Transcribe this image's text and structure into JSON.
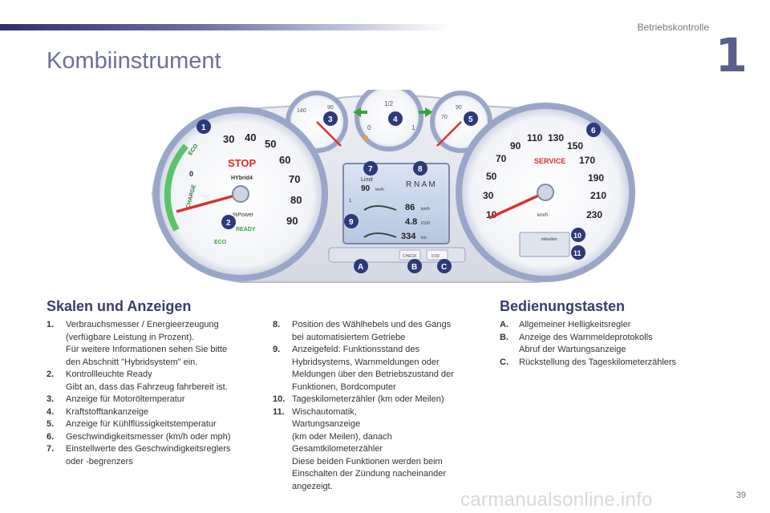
{
  "header": {
    "section": "Betriebskontrolle",
    "chapter": "1",
    "title": "Kombiinstrument"
  },
  "dashboard": {
    "left_ticks": [
      "30",
      "40",
      "50",
      "60",
      "70",
      "80",
      "90"
    ],
    "left_brand": "HYbrid4",
    "left_stop": "STOP",
    "left_power": "%Power",
    "left_charge": "CHARGE",
    "left_eco_arc": "ECO",
    "left_zero": "0",
    "left_ready": "READY",
    "left_eco": "ECO",
    "right_ticks": [
      "10",
      "30",
      "50",
      "70",
      "90",
      "110",
      "130",
      "150",
      "170",
      "190",
      "210",
      "230"
    ],
    "right_unit": "km/h",
    "right_service": "SERVICE",
    "right_odo_top": "miles/km",
    "gauge_oil": [
      "140",
      "90"
    ],
    "gauge_fuel": [
      "1/2",
      "0",
      "1"
    ],
    "gauge_coolant": [
      "90",
      "70"
    ],
    "display": {
      "limit": "Limit",
      "limit_value": "90",
      "limit_unit": "km/h",
      "gear": "R N A M",
      "row1_value": "86",
      "row1_unit": "km/h",
      "row2_value": "4.8",
      "row2_unit": "l/100",
      "row3_value": "334",
      "row3_unit": "km",
      "index": "1"
    },
    "buttons": [
      "CHECK",
      "0.00"
    ],
    "callouts": [
      "1",
      "2",
      "3",
      "4",
      "5",
      "6",
      "7",
      "8",
      "9",
      "10",
      "11"
    ],
    "letter_callouts": [
      "A",
      "B",
      "C"
    ]
  },
  "skalen": {
    "title": "Skalen und Anzeigen",
    "col1": [
      {
        "num": "1.",
        "text": "Verbrauchsmesser / Energieerzeugung\n(verfügbare Leistung in Prozent).\nFür weitere Informationen sehen Sie bitte\nden Abschnitt \"Hybridsystem\" ein."
      },
      {
        "num": "2.",
        "text": "Kontrollleuchte Ready\nGibt an, dass das Fahrzeug fahrbereit ist."
      },
      {
        "num": "3.",
        "text": "Anzeige für Motoröltemperatur"
      },
      {
        "num": "4.",
        "text": "Kraftstofftankanzeige"
      },
      {
        "num": "5.",
        "text": "Anzeige für Kühlflüssigkeitstemperatur"
      },
      {
        "num": "6.",
        "text": "Geschwindigkeitsmesser (km/h oder mph)"
      },
      {
        "num": "7.",
        "text": "Einstellwerte des Geschwindigkeitsreglers\noder -begrenzers"
      }
    ],
    "col2": [
      {
        "num": "8.",
        "text": "Position des Wählhebels und des Gangs\nbei automatisiertem Getriebe"
      },
      {
        "num": "9.",
        "text": "Anzeigefeld: Funktionsstand des\nHybridsystems, Warnmeldungen oder\nMeldungen über den Betriebszustand der\nFunktionen, Bordcomputer"
      },
      {
        "num": "10.",
        "text": "Tageskilometerzähler (km oder Meilen)"
      },
      {
        "num": "11.",
        "text": "Wischautomatik,\nWartungsanzeige\n(km oder Meilen), danach\nGesamtkilometerzähler\nDiese beiden Funktionen werden beim\nEinschalten der Zündung nacheinander\nangezeigt."
      }
    ]
  },
  "bedienung": {
    "title": "Bedienungstasten",
    "items": [
      {
        "num": "A.",
        "text": "Allgemeiner Helligkeitsregler"
      },
      {
        "num": "B.",
        "text": "Anzeige des Warnmeldeprotokolls\nAbruf der Wartungsanzeige"
      },
      {
        "num": "C.",
        "text": "Rückstellung des Tageskilometerzählers"
      }
    ]
  },
  "footer": {
    "page": "39",
    "watermark": "carmanualsonline.info"
  },
  "colors": {
    "accent": "#3a3d6c",
    "callout": "#2c3a7a",
    "needle": "#d9322b",
    "gauge_ring": "#9aa6c8"
  }
}
